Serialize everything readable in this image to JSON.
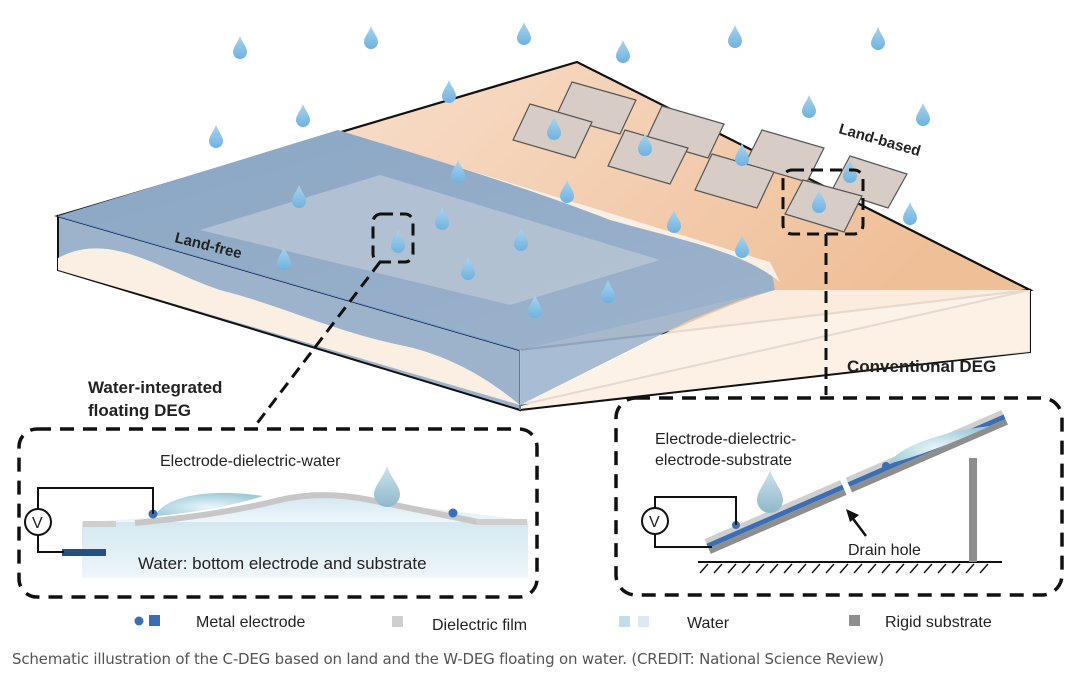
{
  "figure": {
    "labels": {
      "land_free": "Land-free",
      "land_based": "Land-based",
      "water_integrated_line1": "Water-integrated",
      "water_integrated_line2": "floating DEG",
      "conventional": "Conventional DEG"
    },
    "wdeg_panel": {
      "structure_label": "Electrode-dielectric-water",
      "water_label": "Water: bottom electrode and substrate",
      "voltmeter": "V"
    },
    "cdeg_panel": {
      "structure_line1": "Electrode-dielectric-",
      "structure_line2": "electrode-substrate",
      "drain_label": "Drain hole",
      "voltmeter": "V"
    },
    "legend": [
      {
        "label": "Metal electrode",
        "swatches": [
          "#3a6fb5",
          "#3a6fb5"
        ]
      },
      {
        "label": "Dielectric film",
        "swatches": [
          "#cfcfcf"
        ]
      },
      {
        "label": "Water",
        "swatches": [
          "#bfe0ea",
          "#dbeaf2"
        ]
      },
      {
        "label": "Rigid substrate",
        "swatches": [
          "#8e8e8e"
        ]
      }
    ],
    "colors": {
      "water": "#8fa9c6",
      "land": "#f3d3b8",
      "panel": "#d7ccc6",
      "drop": "#8cc4e6",
      "electrode": "#3a6fb5"
    }
  },
  "caption": "Schematic illustration of the C-DEG based on land and the W-DEG floating on water. (CREDIT: National Science Review)"
}
